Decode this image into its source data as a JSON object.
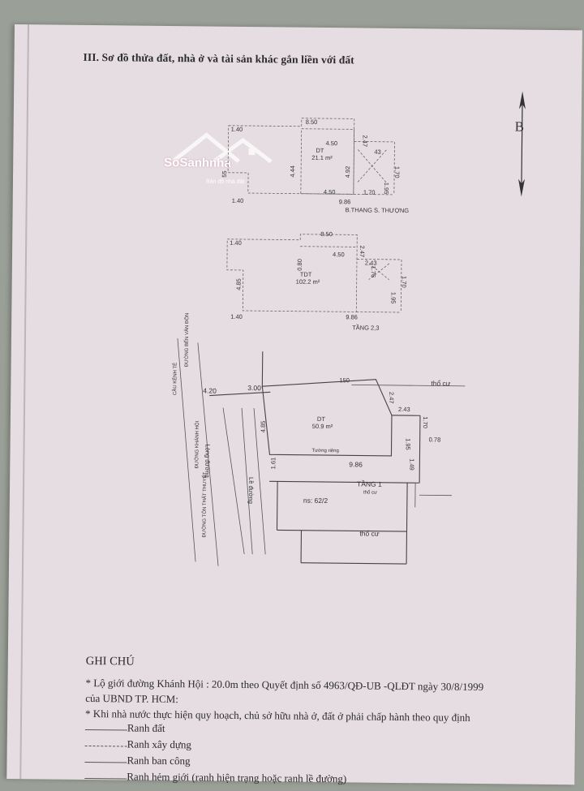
{
  "section_title": "III. Sơ đồ thửa đất, nhà ở và tài sản khác gắn liền với đất",
  "north_letter": "B",
  "watermark": {
    "name": "SoSanhnha",
    "sub": "Bản đồ nhà đất"
  },
  "plan_top": {
    "dim_top_left": "1.40",
    "dim_top": "8.50",
    "dim_450_top": "4.50",
    "dim_247": "2.47",
    "dim_43": "43",
    "dim_170": "1.70",
    "dim_444": "4.44",
    "dim_492": "4.92",
    "dim_195": "1.95",
    "dim_55": "55",
    "dim_450_bot": "4.50",
    "dim_170_bot": "1.70",
    "dim_986": "9.86",
    "dim_bot_left": "1.40",
    "area_label": "DT",
    "area_value": "21.1 m²",
    "caption": "B.THANG S. THƯỢNG"
  },
  "plan_mid": {
    "dim_top_left": "1.40",
    "dim_top": "8.50",
    "dim_450": "4.50",
    "dim_247": "2.47",
    "dim_243": "2.43",
    "dim_176": "1.76",
    "dim_170": "1.70",
    "dim_195": "1.95",
    "dim_080": "0.80",
    "dim_485": "4.85",
    "dim_bot_left": "1.40",
    "dim_986": "9.86",
    "area_label": "TDT",
    "area_value": "102.2 m²",
    "caption": "TẦNG 2,3"
  },
  "plan_main": {
    "dim_420": "4.20",
    "dim_300": "3.00",
    "dim_150": "150",
    "dim_247": "2.47",
    "dim_243": "2.43",
    "dim_170": "1.70",
    "dim_078": "0.78",
    "dim_485": "4.85",
    "dim_161": "1.61",
    "dim_195": "1.95",
    "dim_149": "1.49",
    "dim_986": "9.86",
    "area_label": "DT",
    "area_value": "50.9 m²",
    "caption": "TẦNG 1",
    "label_tho_cu_1": "thổ cư",
    "label_tho_cu_2": "thổ cư",
    "label_tho_cu_3": "thổ cư",
    "label_ns": "ns: 62/2",
    "label_le_duong": "Lề đường",
    "label_long_duong": "Lòng đường",
    "label_tuong_rieng": "Tường riêng",
    "road_cau": "CẦU KÊNH TẺ",
    "road_ben_van_don": "ĐƯỜNG BẾN VÂN ĐỒN",
    "road_khanh_hoi": "ĐƯỜNG KHÁNH HỘI",
    "road_ton_that_thuyet": "ĐƯỜNG TÔN THẤT THUYẾT"
  },
  "notes": {
    "heading": "GHI CHÚ",
    "line1": "* Lộ giới đường Khánh Hội : 20.0m theo Quyết định số 4963/QĐ-UB -QLĐT ngày 30/8/1999",
    "line2": "của UBND TP. HCM:",
    "line3": "* Khi nhà nước thực hiện quy hoạch, chủ sở hữu nhà ở, đất ở phải chấp hành theo quy định",
    "legend": [
      "Ranh đất",
      "Ranh xây dựng",
      "Ranh ban công",
      "Ranh hẻm giới (ranh hiện trạng hoặc ranh lề đường)"
    ]
  }
}
